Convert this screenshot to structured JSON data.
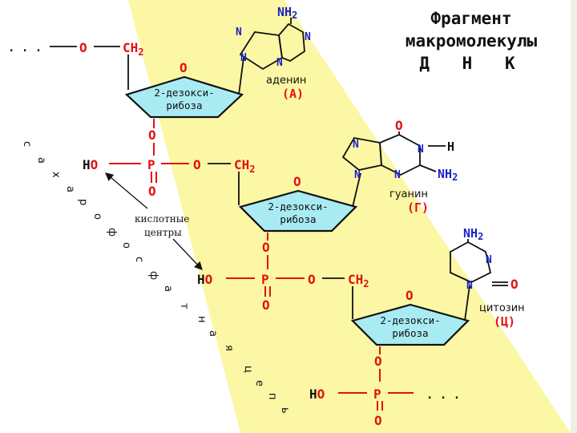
{
  "title": {
    "line1": "Фрагмент",
    "line2": "макромолекулы",
    "line3": "Д Н К"
  },
  "chain_label_letters": [
    "с",
    "а",
    "х",
    "а",
    "р",
    "о",
    "ф",
    "о",
    "с",
    "ф",
    "а",
    "т",
    "н",
    "а",
    "я",
    "ц",
    "е",
    "п",
    "ь"
  ],
  "acid_centers": {
    "line1": "кислотные",
    "line2": "центры"
  },
  "sugar": {
    "line1": "2-дезокси-",
    "line2": "рибоза"
  },
  "atoms": {
    "O": "O",
    "H": "H",
    "HO": "HO",
    "P": "P",
    "CH": "CH",
    "sub2": "2",
    "N": "N",
    "NH": "NH",
    "ellipsis": ". . ."
  },
  "bases": [
    {
      "name": "аденин",
      "code": "(А)"
    },
    {
      "name": "гуанин",
      "code": "(Г)"
    },
    {
      "name": "цитозин",
      "code": "(Ц)"
    }
  ],
  "colors": {
    "band": "#fbf7a4",
    "sugar_fill": "#a9ebf3",
    "oxygen": "#e51010",
    "nitrogen": "#1a22c8",
    "bond": "#111111"
  }
}
